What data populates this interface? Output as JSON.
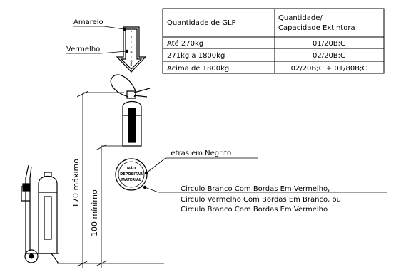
{
  "labels": {
    "amarelo": "Amarelo",
    "vermelho": "Vermelho",
    "letras": "Letras em Negrito",
    "circulo_lines": [
      "Circulo Branco Com Bordas Em Vermelho,",
      "Circulo Vermelho Com Bordas Em Branco, ou",
      "Circulo Branco Com Bordas Em Vermelho"
    ]
  },
  "arrow_letters": [
    "E",
    "X",
    "T",
    "I",
    "N",
    "T",
    "O",
    "R"
  ],
  "sign_lines": [
    "NÃO",
    "DEPOSITAR",
    "MATERIAL"
  ],
  "dimensions": {
    "max": "170 máximo",
    "min": "100 mínimo"
  },
  "table": {
    "headers": [
      "Quantidade de GLP",
      "Quantidade/",
      "Capacidade Extintora"
    ],
    "rows": [
      [
        "Até 270kg",
        "01/20B;C"
      ],
      [
        "271kg a 1800kg",
        "02/20B;C"
      ],
      [
        "Acima de 1800kg",
        "02/20B;C + 01/80B;C"
      ]
    ]
  }
}
